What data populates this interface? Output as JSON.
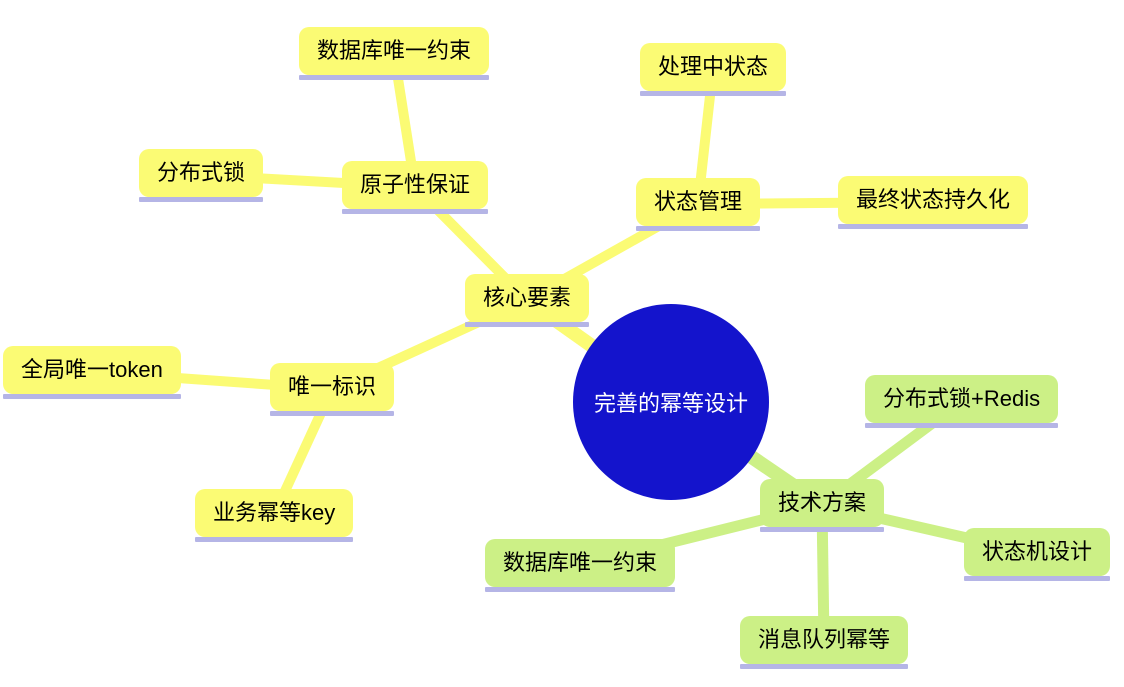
{
  "colors": {
    "background": "#FFFFFF",
    "branch_yellow": "#FBFB74",
    "branch_green": "#CCF086",
    "node_underline": "#B5B5E6",
    "center_fill": "#1414CC",
    "center_text": "#FFFFFF",
    "node_text": "#000000"
  },
  "center": {
    "id": "center",
    "label": "完善的幂等设计"
  },
  "nodes": [
    {
      "id": "core-elements",
      "label": "核心要素",
      "branch": "yellow",
      "parent": "center"
    },
    {
      "id": "atomicity-guarantee",
      "label": "原子性保证",
      "branch": "yellow",
      "parent": "core-elements"
    },
    {
      "id": "db-unique-constraint-core",
      "label": "数据库唯一约束",
      "branch": "yellow",
      "parent": "atomicity-guarantee"
    },
    {
      "id": "distributed-lock",
      "label": "分布式锁",
      "branch": "yellow",
      "parent": "atomicity-guarantee"
    },
    {
      "id": "state-management",
      "label": "状态管理",
      "branch": "yellow",
      "parent": "core-elements"
    },
    {
      "id": "processing-state",
      "label": "处理中状态",
      "branch": "yellow",
      "parent": "state-management"
    },
    {
      "id": "final-state-persistence",
      "label": "最终状态持久化",
      "branch": "yellow",
      "parent": "state-management"
    },
    {
      "id": "unique-identifier",
      "label": "唯一标识",
      "branch": "yellow",
      "parent": "core-elements"
    },
    {
      "id": "global-unique-token",
      "label": "全局唯一token",
      "branch": "yellow",
      "parent": "unique-identifier"
    },
    {
      "id": "business-idempotent-key",
      "label": "业务幂等key",
      "branch": "yellow",
      "parent": "unique-identifier"
    },
    {
      "id": "tech-solution",
      "label": "技术方案",
      "branch": "green",
      "parent": "center"
    },
    {
      "id": "distributed-lock-redis",
      "label": "分布式锁+Redis",
      "branch": "green",
      "parent": "tech-solution"
    },
    {
      "id": "db-unique-constraint-tech",
      "label": "数据库唯一约束",
      "branch": "green",
      "parent": "tech-solution"
    },
    {
      "id": "state-machine-design",
      "label": "状态机设计",
      "branch": "green",
      "parent": "tech-solution"
    },
    {
      "id": "message-queue-idempotency",
      "label": "消息队列幂等",
      "branch": "green",
      "parent": "tech-solution"
    }
  ]
}
